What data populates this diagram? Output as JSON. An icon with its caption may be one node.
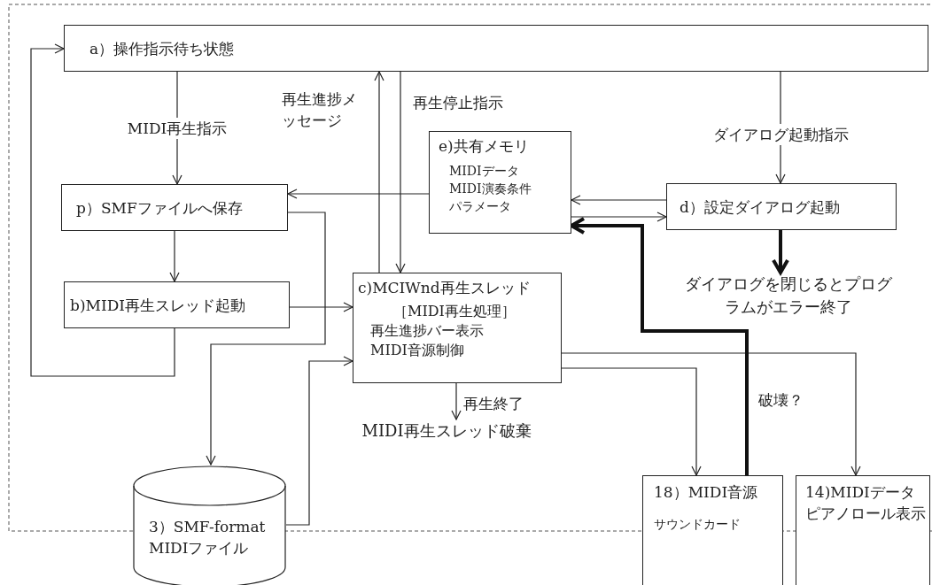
{
  "diagram": {
    "nodes": [
      {
        "text": [
          "a）操作指示待ち状態"
        ]
      },
      {
        "text": [
          "p）SMFファイルへ保存"
        ]
      },
      {
        "text": [
          "b)MIDI再生スレッド起動"
        ]
      },
      {
        "text": [
          "e)共有メモリ",
          "MIDIデータ",
          "MIDI演奏条件",
          "パラメータ"
        ]
      },
      {
        "text": [
          "d）設定ダイアログ起動"
        ]
      },
      {
        "text": [
          "c)MCIWnd再生スレッド",
          "［MIDI再生処理］",
          "再生進捗バー表示",
          "MIDI音源制御"
        ]
      },
      {
        "text": [
          "3）SMF-format MIDIファイル"
        ]
      },
      {
        "text": [
          "18）MIDI音源",
          "サウンドカード"
        ]
      },
      {
        "text": [
          "14)MIDIデータピアノロール表示"
        ]
      },
      {
        "text": [
          "ダイアログを閉じるとプログラムがエラー終了"
        ]
      },
      {
        "text": [
          "MIDI再生スレッド破棄"
        ]
      }
    ],
    "edges": [
      {
        "from": 0,
        "to": 1,
        "arrow": "to",
        "label": "MIDI再生指示"
      },
      {
        "from": 0,
        "to": 4,
        "arrow": "to",
        "label": "ダイアログ起動指示"
      },
      {
        "from": 5,
        "to": 0,
        "arrow": "to",
        "label": "再生進捗メッセージ"
      },
      {
        "from": 0,
        "to": 5,
        "arrow": "to",
        "label": "再生停止指示"
      },
      {
        "from": 3,
        "to": 1,
        "arrow": "to"
      },
      {
        "from": 4,
        "to": 3,
        "arrow": "to"
      },
      {
        "from": 3,
        "to": 4,
        "arrow": "to"
      },
      {
        "from": 1,
        "to": 2,
        "arrow": "to"
      },
      {
        "from": 2,
        "to": 5,
        "arrow": "to"
      },
      {
        "from": 2,
        "to": 0,
        "arrow": "to"
      },
      {
        "from": 1,
        "to": 6,
        "arrow": "to"
      },
      {
        "from": 6,
        "to": 5,
        "arrow": "to"
      },
      {
        "from": 5,
        "to": 7,
        "arrow": "to"
      },
      {
        "from": 5,
        "to": 8,
        "arrow": "to"
      },
      {
        "from": 7,
        "to": 3,
        "arrow": "to",
        "label": "破壊？",
        "style": "thick"
      },
      {
        "from": 4,
        "to": 9,
        "arrow": "to",
        "style": "thick"
      },
      {
        "from": 5,
        "to": 10,
        "arrow": "to",
        "label": "再生終了"
      }
    ]
  }
}
